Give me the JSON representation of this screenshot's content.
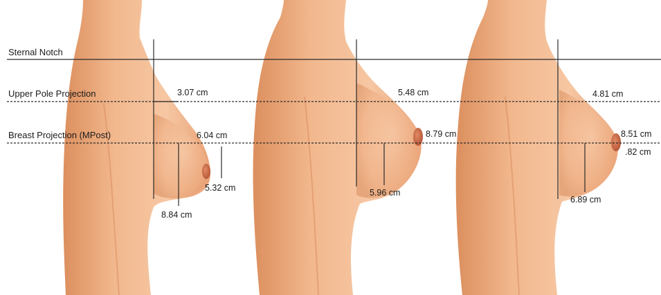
{
  "row_labels": {
    "sternal_notch": "Sternal Notch",
    "upper_pole_projection": "Upper Pole Projection",
    "breast_projection": "Breast Projection (MPost)"
  },
  "figures": [
    {
      "upper_pole_projection": "3.07 cm",
      "breast_projection": "6.04 cm",
      "nipple_vertical": "5.32 cm",
      "lower_vertical": "8.84 cm"
    },
    {
      "upper_pole_projection": "5.48 cm",
      "breast_projection": "8.79 cm",
      "lower_vertical": "5.96 cm"
    },
    {
      "upper_pole_projection": "4.81 cm",
      "breast_projection": "8.51 cm",
      "nipple_vertical": ".82 cm",
      "lower_vertical": "6.89 cm"
    }
  ],
  "colors": {
    "skin_light": "#f7c8a3",
    "skin_mid": "#eba676",
    "skin_dark": "#c9784a",
    "areola": "#c86a4a",
    "line": "#2b2b2b"
  }
}
